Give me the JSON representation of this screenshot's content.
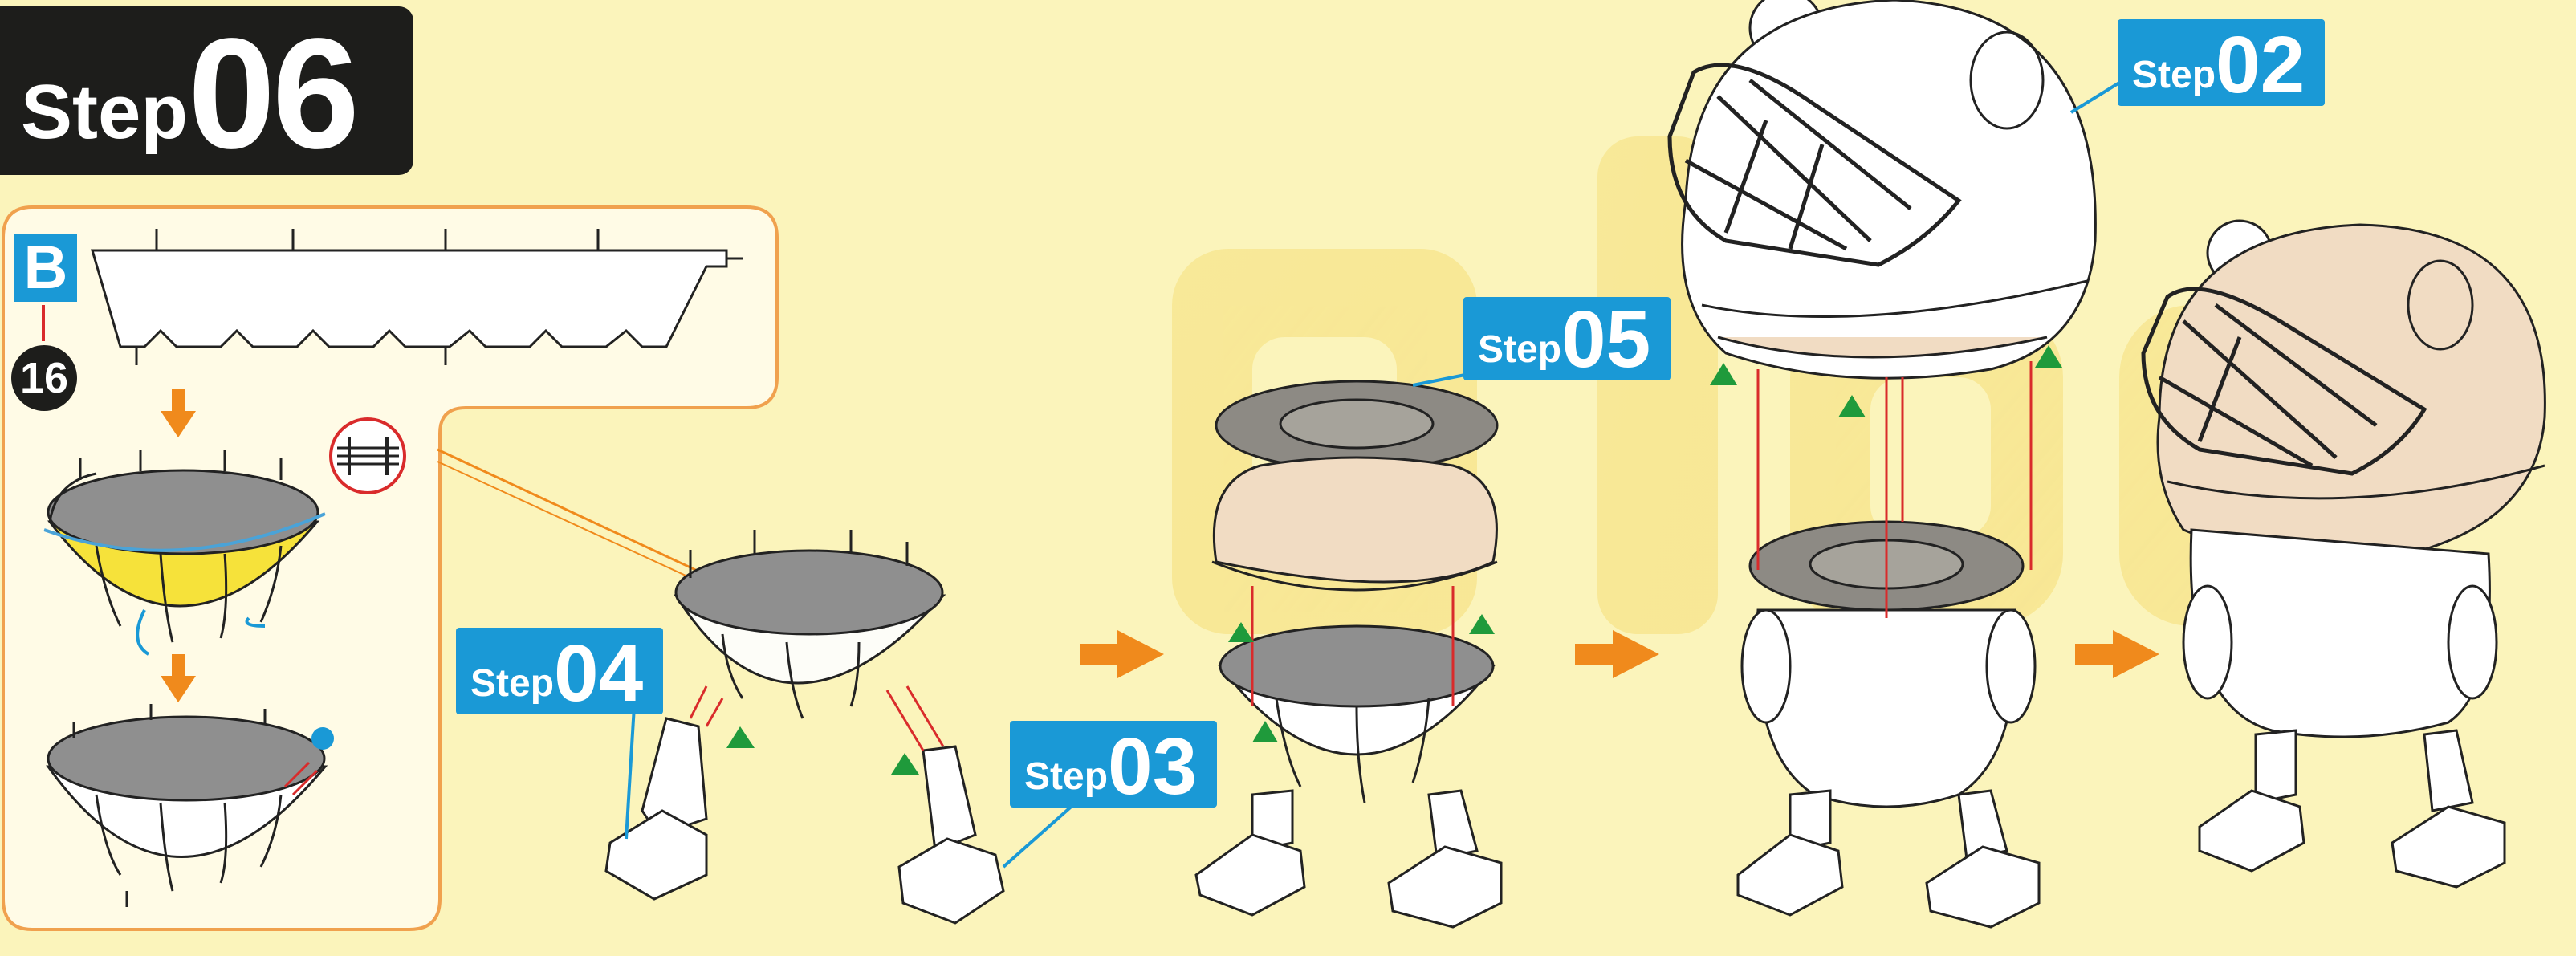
{
  "title": {
    "word": "Step",
    "number": "06"
  },
  "part": {
    "letter": "B",
    "number": "16"
  },
  "callouts": [
    {
      "id": "step02",
      "word": "Step",
      "number": "02"
    },
    {
      "id": "step03",
      "word": "Step",
      "number": "03"
    },
    {
      "id": "step04",
      "word": "Step",
      "number": "04"
    },
    {
      "id": "step05",
      "word": "Step",
      "number": "05"
    }
  ],
  "colors": {
    "background": "#fbf4bb",
    "badge": "#1d1d1b",
    "callout": "#1a99d6",
    "arrow": "#f08a1c",
    "triangle": "#1f9a3b",
    "guide": "#d92b2b"
  }
}
